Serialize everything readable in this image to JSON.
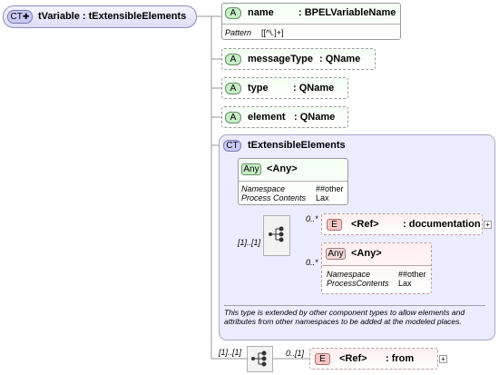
{
  "root": {
    "badge": "CT",
    "title": "tVariable : tExtensibleElements"
  },
  "attributes": [
    {
      "badge": "A",
      "name": "name",
      "type": ": BPELVariableName",
      "detail_label": "Pattern",
      "detail_value": "[[^\\.]+]"
    },
    {
      "badge": "A",
      "name": "messageType",
      "type": ": QName"
    },
    {
      "badge": "A",
      "name": "type",
      "type": ": QName"
    },
    {
      "badge": "A",
      "name": "element",
      "type": ": QName"
    }
  ],
  "extension": {
    "badge": "CT",
    "title": "tExtensibleElements",
    "any_attr": {
      "badge": "Any",
      "label": "<Any>",
      "ns_label": "Namespace",
      "ns_value": "##other",
      "pc_label": "Process Contents",
      "pc_value": "Lax"
    },
    "seq_card": "[1]..[1]",
    "documentation": {
      "card": "0..*",
      "badge": "E",
      "ref": "<Ref>",
      "name": ": documentation"
    },
    "any_elem": {
      "card": "0..*",
      "badge": "Any",
      "label": "<Any>",
      "ns_label": "Namespace",
      "ns_value": "##other",
      "pc_label": "ProcessContents",
      "pc_value": "Lax"
    },
    "note": "This type is extended by other component types to allow elements and attributes from other namespaces to be added at the modeled places."
  },
  "bottom_seq": {
    "card": "[1]..[1]",
    "from_card": "0..[1]",
    "badge": "E",
    "ref": "<Ref>",
    "name": ": from"
  },
  "colors": {
    "ct_badge": "#c9c9f5",
    "attr_badge": "#c6efc6",
    "elem_badge": "#f5c6c6",
    "panel": "#ececff"
  }
}
